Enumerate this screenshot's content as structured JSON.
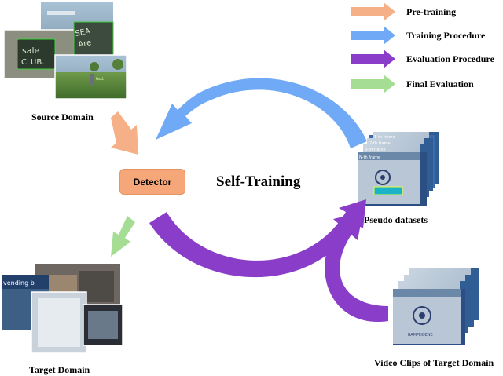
{
  "legend": {
    "items": [
      {
        "label": "Pre-training",
        "color": "#f5b088"
      },
      {
        "label": "Training Procedure",
        "color": "#70a9f5"
      },
      {
        "label": "Evaluation Procedure",
        "color": "#8a3dc9"
      },
      {
        "label": "Final Evaluation",
        "color": "#a6dd94"
      }
    ]
  },
  "nodes": {
    "source_domain": "Source Domain",
    "detector": "Detector",
    "self_training": "Self-Training",
    "pseudo_datasets": "Pseudo datasets",
    "target_domain": "Target Domain",
    "video_clips": "Video Clips of Target Domain"
  },
  "image_text": {
    "source_sign_1": "sale CLUB",
    "source_sign_2": "SEA Are",
    "target_sign": "vending b",
    "frame_labels": [
      "1-th frame",
      "2-th frame",
      "3-th frame",
      "N-th frame"
    ]
  },
  "colors": {
    "pretraining": "#f5b088",
    "training": "#70a9f5",
    "evaluation": "#8a3dc9",
    "final": "#a6dd94",
    "detector_fill": "#f5a77a"
  }
}
